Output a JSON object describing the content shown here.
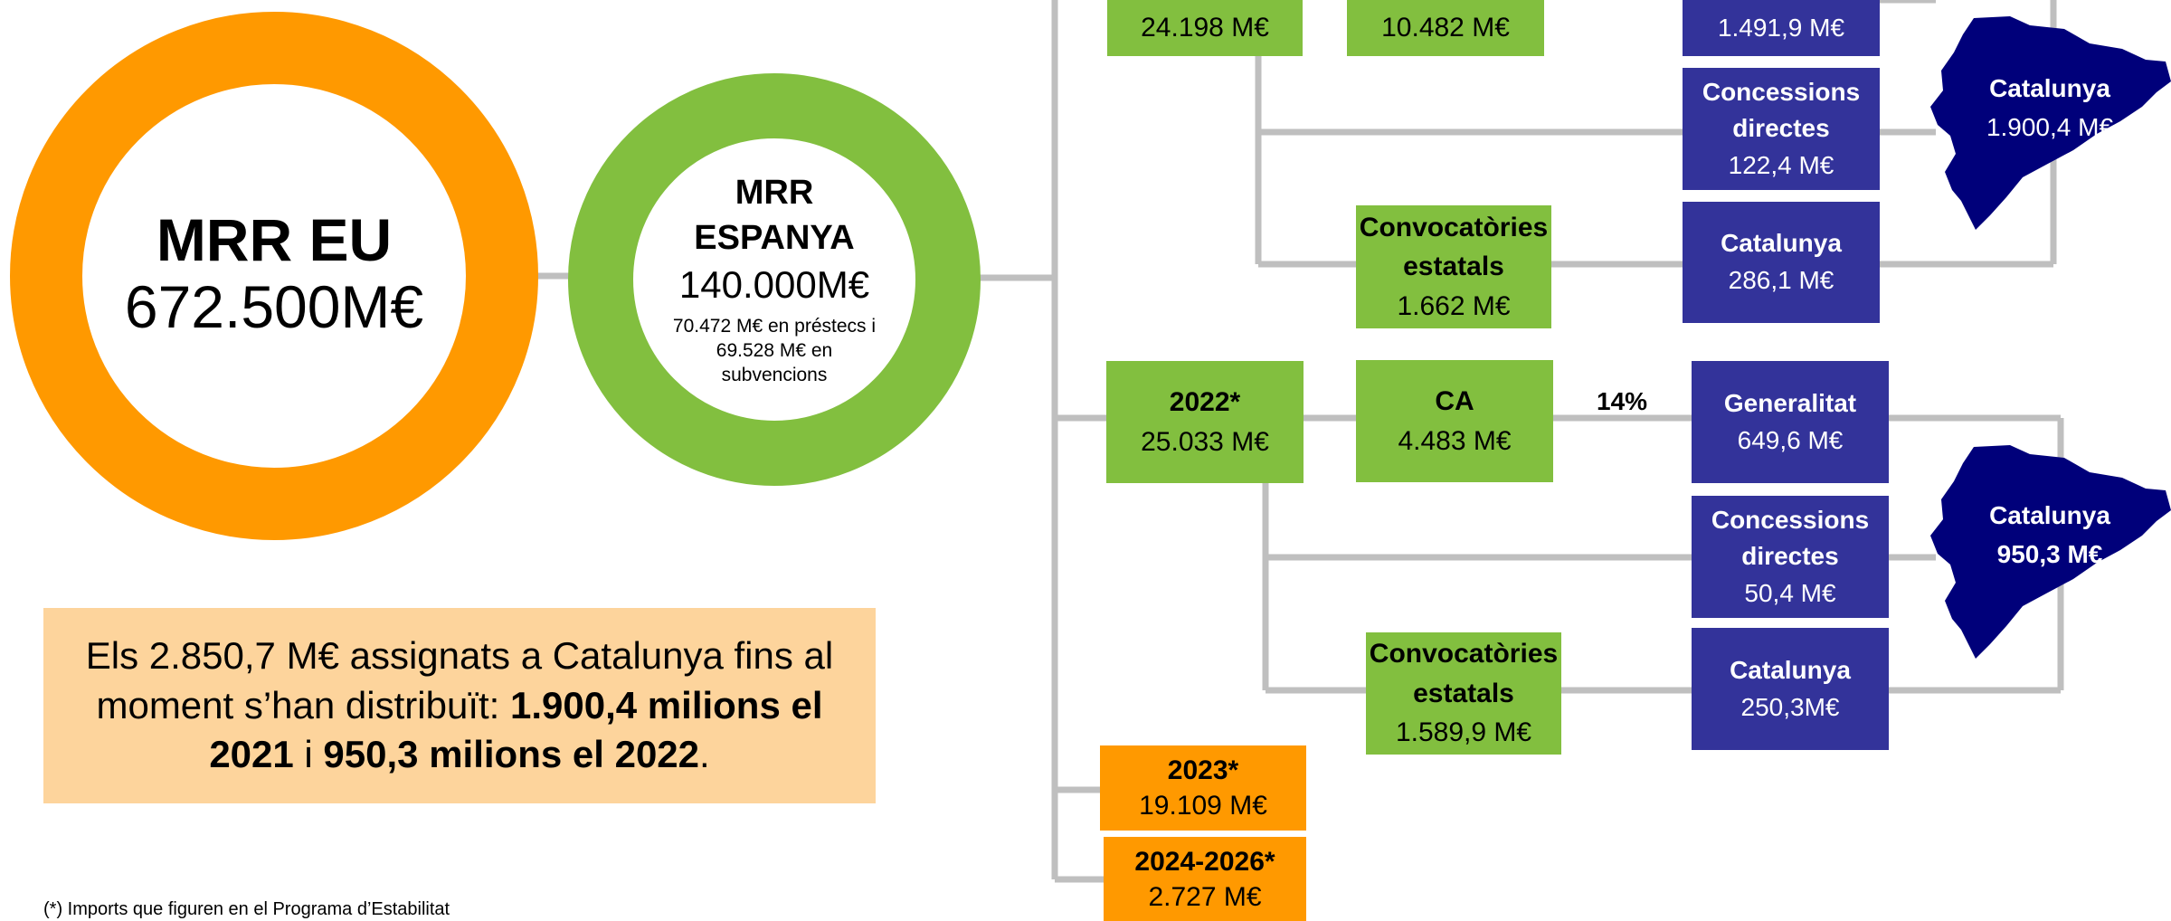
{
  "mrr_eu": {
    "title": "MRR EU",
    "amount": "672.500M€"
  },
  "mrr_espanya": {
    "title": "MRR ESPANYA",
    "amount": "140.000M€",
    "note": "70.472 M€ en préstecs i 69.528 M€ en subvencions"
  },
  "y2021": {
    "spain_amount": "24.198 M€",
    "ca_amount": "10.482 M€",
    "generalitat_amount": "1.491,9 M€",
    "direct": {
      "line1": "Concessions",
      "line2": "directes",
      "amount": "122,4 M€"
    },
    "calls": {
      "line1": "Convocatòries",
      "line2": "estatals",
      "amount": "1.662 M€"
    },
    "catalunya_calls": {
      "label": "Catalunya",
      "amount": "286,1 M€"
    },
    "map": {
      "label": "Catalunya",
      "amount": "1.900,4 M€"
    }
  },
  "y2022": {
    "year": "2022*",
    "spain_amount": "25.033 M€",
    "ca_label": "CA",
    "ca_amount": "4.483 M€",
    "percentage": "14%",
    "generalitat": {
      "label": "Generalitat",
      "amount": "649,6 M€"
    },
    "direct": {
      "line1": "Concessions",
      "line2": "directes",
      "amount": "50,4 M€"
    },
    "calls": {
      "line1": "Convocatòries",
      "line2": "estatals",
      "amount": "1.589,9 M€"
    },
    "catalunya_calls": {
      "label": "Catalunya",
      "amount": "250,3M€"
    },
    "map": {
      "label": "Catalunya",
      "amount": "950,3 M€"
    }
  },
  "y2023": {
    "year": "2023*",
    "amount": "19.109 M€"
  },
  "y2024": {
    "year": "2024-2026*",
    "amount": "2.727 M€"
  },
  "summary": {
    "part1": "Els 2.850,7 M€ assignats a Catalunya fins al moment s’han distribuït: ",
    "bold1": "1.900,4 milions el 2021",
    "part2": " i ",
    "bold2": "950,3 milions el 2022",
    "part3": "."
  },
  "footnote": "(*) Imports que figuren en el Programa d’Estabilitat",
  "colors": {
    "orange": "#FF9900",
    "green": "#82BF3F",
    "navy": "#33339A",
    "connector_gray": "#BFBFBF",
    "summary_bg": "#FDD49C"
  }
}
